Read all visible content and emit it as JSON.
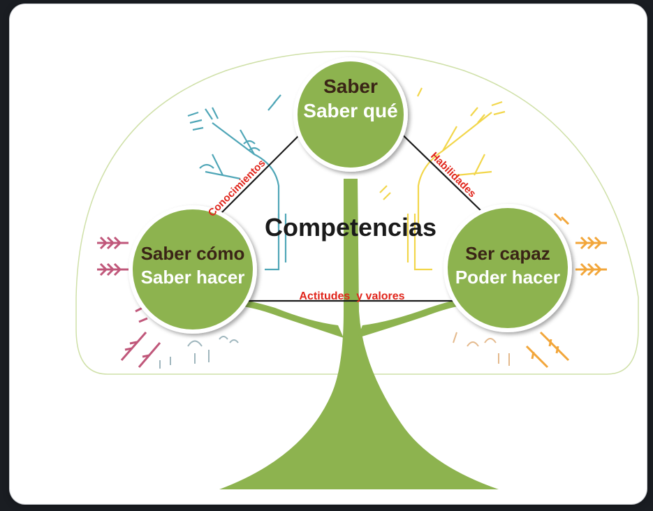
{
  "diagram": {
    "center_label": "Competencias",
    "nodes": {
      "top": {
        "line1": "Saber",
        "line2": "Saber qué"
      },
      "left": {
        "line1": "Saber cómo",
        "line2": "Saber hacer"
      },
      "right": {
        "line1": "Ser capaz",
        "line2": "Poder hacer"
      }
    },
    "relations": {
      "top_left": "Conocimientos",
      "top_right": "Habilidades",
      "left_right": "Actitudes  y valores"
    }
  },
  "colors": {
    "green": "#8db34f",
    "dark_text": "#3a2416",
    "relation_text": "#e0251b",
    "teal": "#4fa6b7",
    "yellow": "#f2d64a",
    "orange": "#f2a63a",
    "pink": "#c0577a",
    "canopy_outline": "#cfe0a8"
  }
}
